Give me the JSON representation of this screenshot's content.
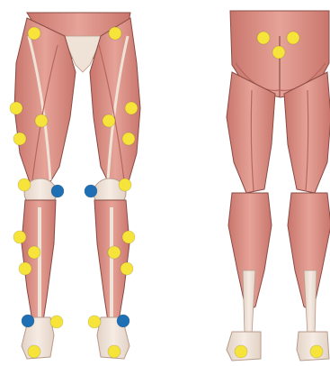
{
  "colors": {
    "background": "#ffffff",
    "muscle": "#d98f84",
    "muscle_dark": "#b8665d",
    "muscle_light": "#efb7ad",
    "tendon": "#efe3d8",
    "outline": "#8a4b45",
    "marker_yellow": "#f6e43a",
    "marker_blue": "#1f6fb5"
  },
  "figures": {
    "front_view": {
      "label": "",
      "markers": {
        "yellow_count": 20,
        "blue_count": 4
      }
    },
    "back_view": {
      "label": "",
      "markers": {
        "yellow_count": 5,
        "blue_count": 0
      }
    }
  },
  "marker_legend": {
    "yellow": "",
    "blue": ""
  }
}
